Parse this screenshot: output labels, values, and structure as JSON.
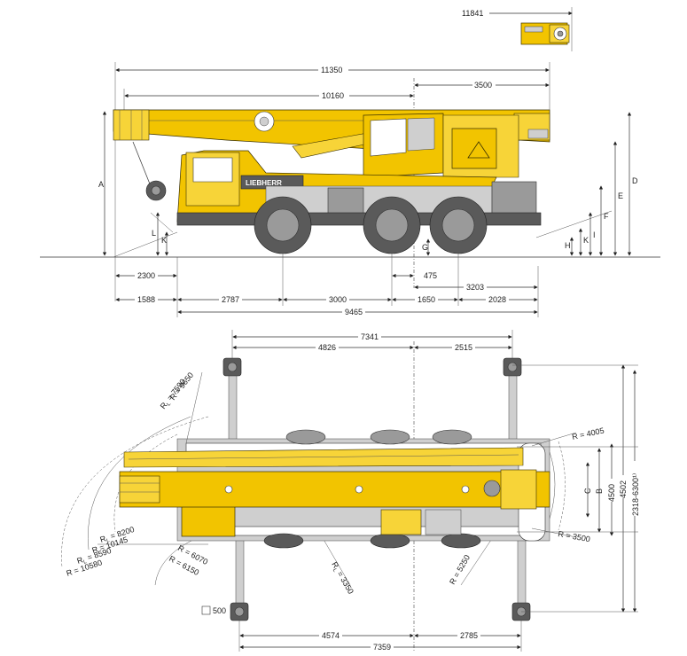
{
  "side_view": {
    "dims": {
      "top_inset_length": "11841",
      "overall_length": "11350",
      "boom_to_axis": "10160",
      "axis_to_front": "3500",
      "rear_overhang_ground": "2300",
      "center_offset": "475",
      "front_to_axle": "3203",
      "seg_rear": "1588",
      "seg_wheelbase1": "2787",
      "seg_wheelbase2": "3000",
      "seg_wheelbase3": "1650",
      "seg_front": "2028",
      "total_length": "9465"
    },
    "letters": {
      "a": "A",
      "b": "D",
      "c": "E",
      "d": "F",
      "e": "G",
      "f": "H",
      "g": "I",
      "h": "K",
      "i": "L",
      "j": "K"
    },
    "brand": "LIEBHERR"
  },
  "top_view": {
    "dims": {
      "outrigger_span_top": "7341",
      "top_left": "4826",
      "top_right": "2515",
      "outrigger_span_bottom": "7359",
      "bottom_left": "4574",
      "bottom_right": "2785",
      "width_4500": "4500",
      "width_4502": "4502",
      "width_range": "2318-6300¹⁾",
      "pad_size": "500",
      "letter_b": "B",
      "letter_c": "C"
    },
    "radii": {
      "r1": "R = 9650",
      "r2": "R",
      "r2_sub": "L",
      "r2_val": " = 7590",
      "r3": "R",
      "r3_sub": "L",
      "r3_val": " = 8200",
      "r4": "R = 10145",
      "r5": "R",
      "r5_sub": "L",
      "r5_val": " = 8590",
      "r6": "R = 10580",
      "r7": "R = 6070",
      "r8": "R = 6150",
      "r9": "R",
      "r9_sub": "L",
      "r9_val": " = 3350",
      "r10": "R = 5250",
      "r11": "R = 4005",
      "r12": "R = 3500"
    }
  }
}
